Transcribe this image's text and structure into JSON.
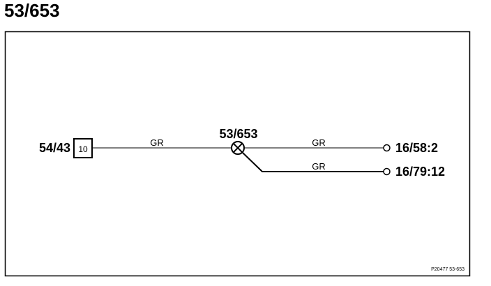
{
  "title": "53/653",
  "connector": {
    "label": "54/43",
    "pin": "10"
  },
  "splice": {
    "label": "53/653"
  },
  "wires": [
    {
      "color_code": "GR"
    },
    {
      "color_code": "GR"
    },
    {
      "color_code": "GR"
    }
  ],
  "terminals": [
    {
      "label": "16/58:2"
    },
    {
      "label": "16/79:12"
    }
  ],
  "reference": "P20477  53-653",
  "colors": {
    "line": "#000000",
    "background": "#ffffff"
  }
}
